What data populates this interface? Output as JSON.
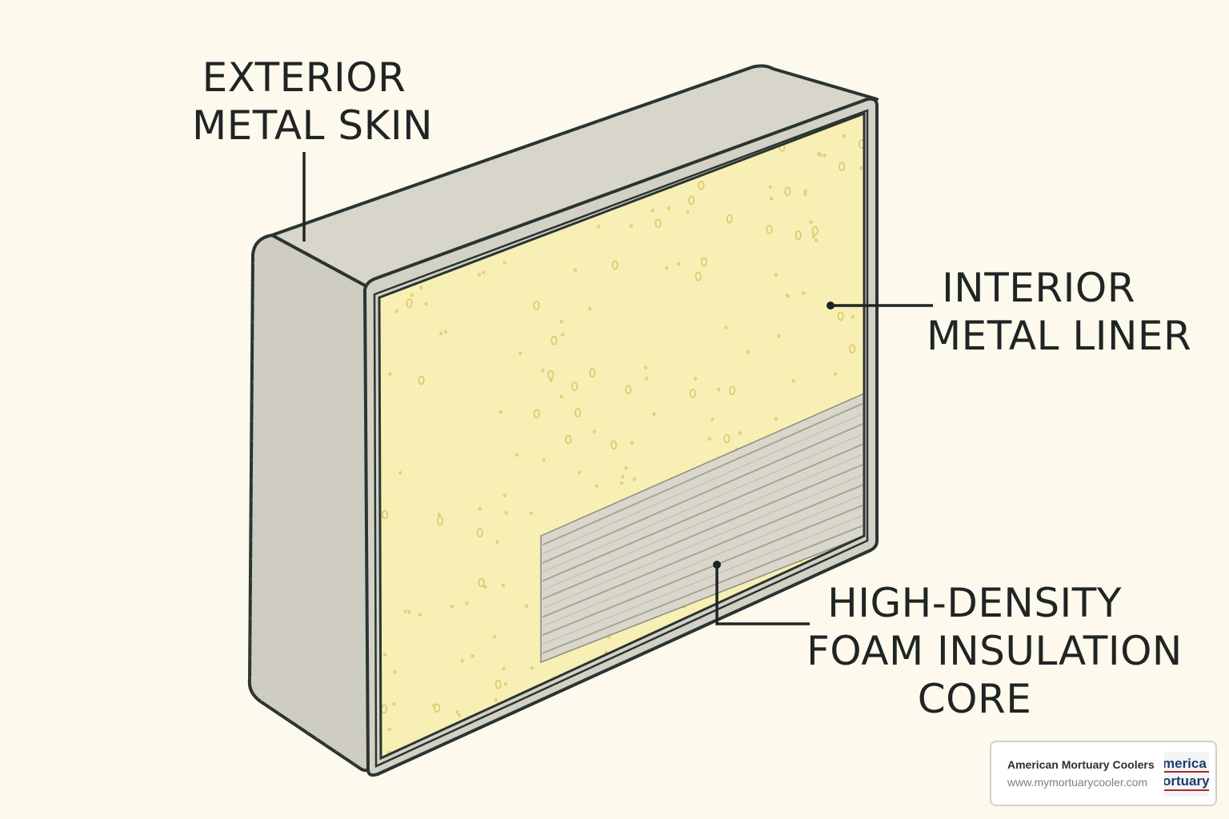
{
  "labels": {
    "exterior": [
      "EXTERIOR",
      "METAL SKIN"
    ],
    "interior": [
      "INTERIOR",
      "METAL LINER"
    ],
    "core": [
      "HIGH-DENSITY",
      "FOAM INSULATION",
      "CORE"
    ]
  },
  "watermark": {
    "name": "American Mortuary Coolers",
    "url": "www.mymortuarycooler.com",
    "logo_text": [
      "merica",
      "ortuary"
    ]
  },
  "colors": {
    "background": "#fdf9ec",
    "metal": "#d6d4c8",
    "metal_side": "#cfcdc1",
    "foam": "#f7efb4",
    "bubble": "#e2cf76",
    "outline": "#2a3432",
    "stripe_panel": "#d9d6cb",
    "logo_blue": "#1c3d6e",
    "logo_red": "#b3262c"
  }
}
